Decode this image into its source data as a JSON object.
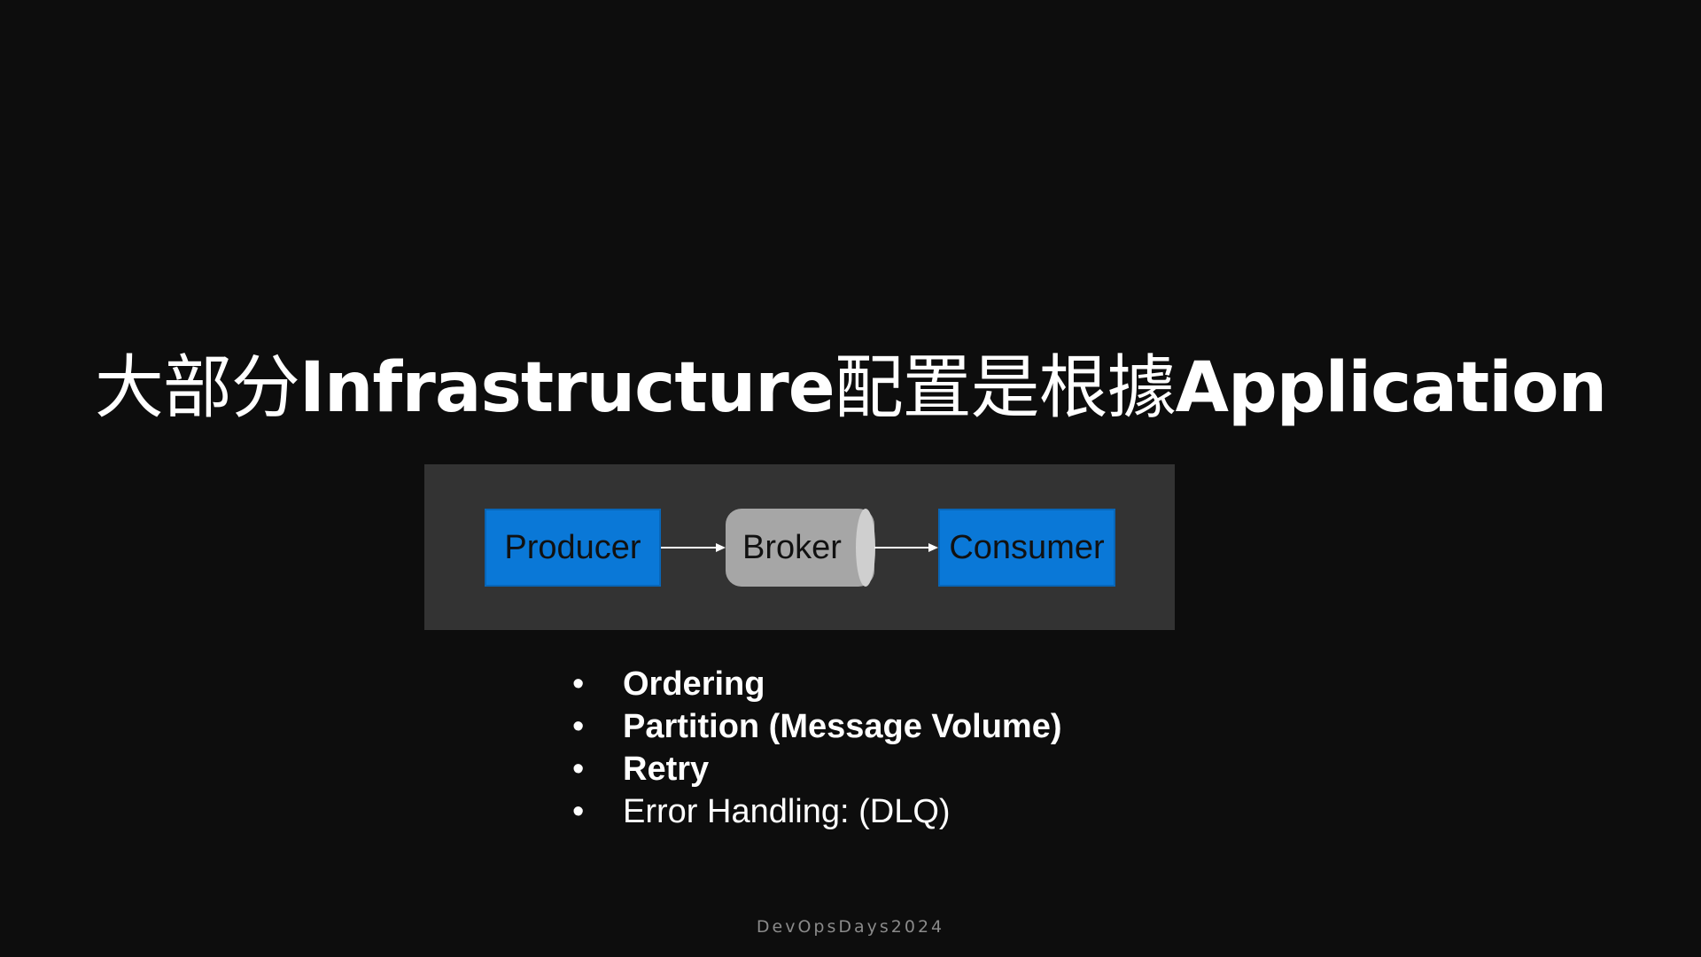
{
  "title": {
    "part1": "大部分",
    "part2": "Infrastructure",
    "part3": "配置是根據",
    "part4": "Application"
  },
  "diagram": {
    "producer": "Producer",
    "broker": "Broker",
    "consumer": "Consumer",
    "colors": {
      "panel": "#333333",
      "box": "#0a78d7",
      "broker": "#a6a6a6"
    }
  },
  "bullets": [
    {
      "marker": "•",
      "text": "Ordering"
    },
    {
      "marker": "•",
      "text": "Partition (Message Volume)"
    },
    {
      "marker": "•",
      "text": "Retry"
    },
    {
      "marker": "•",
      "text": "Error Handling: (DLQ)"
    }
  ],
  "footer": "DevOpsDays2024"
}
